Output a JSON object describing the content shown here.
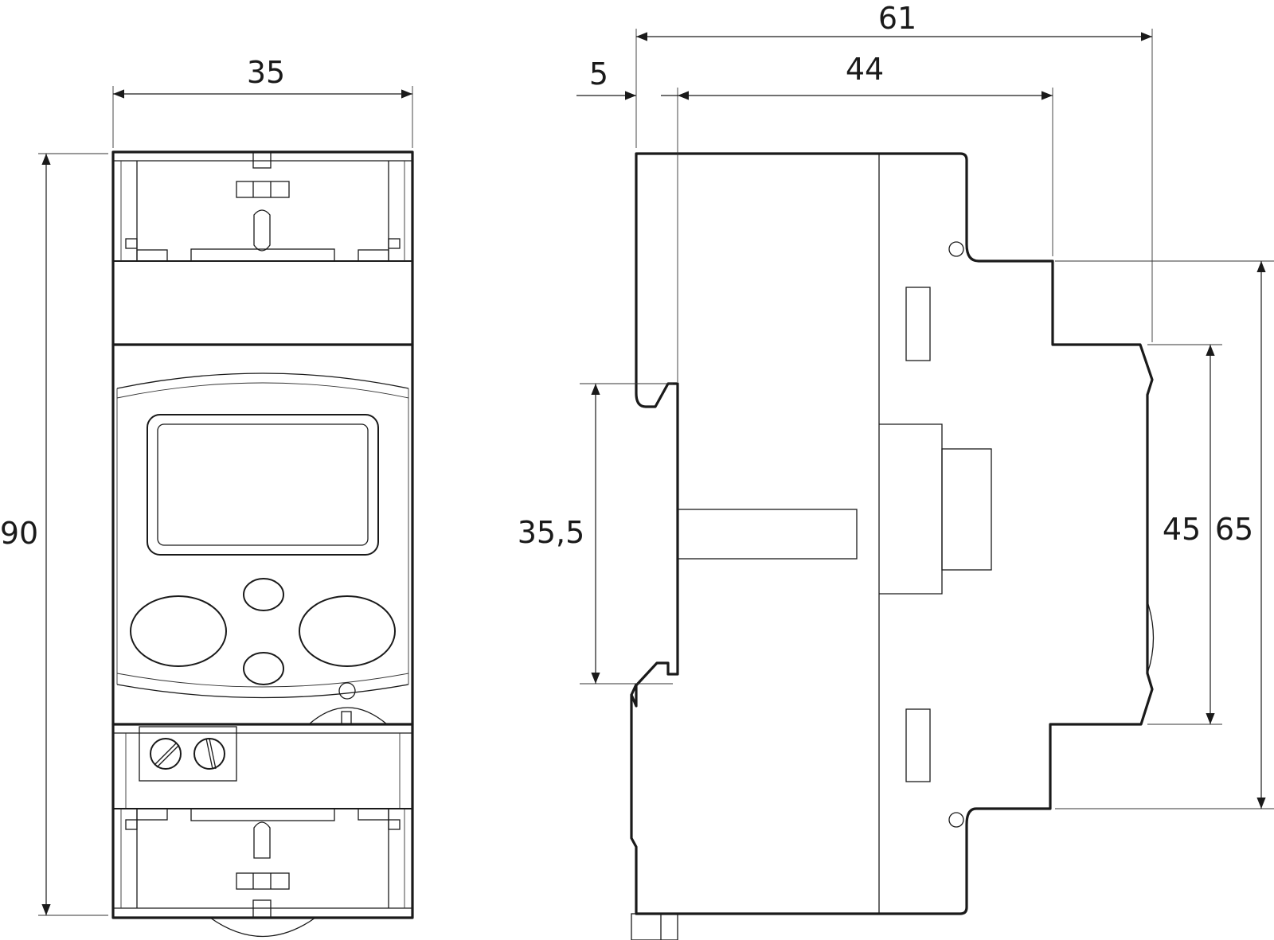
{
  "figure": {
    "views": [
      "front-view",
      "side-view"
    ],
    "dimensions": {
      "front_width": "35",
      "front_height": "90",
      "total_depth": "61",
      "rail_offset": "5",
      "body_depth": "44",
      "rail_height": "35,5",
      "front_face_height": "45",
      "shoulder_height": "65"
    }
  }
}
